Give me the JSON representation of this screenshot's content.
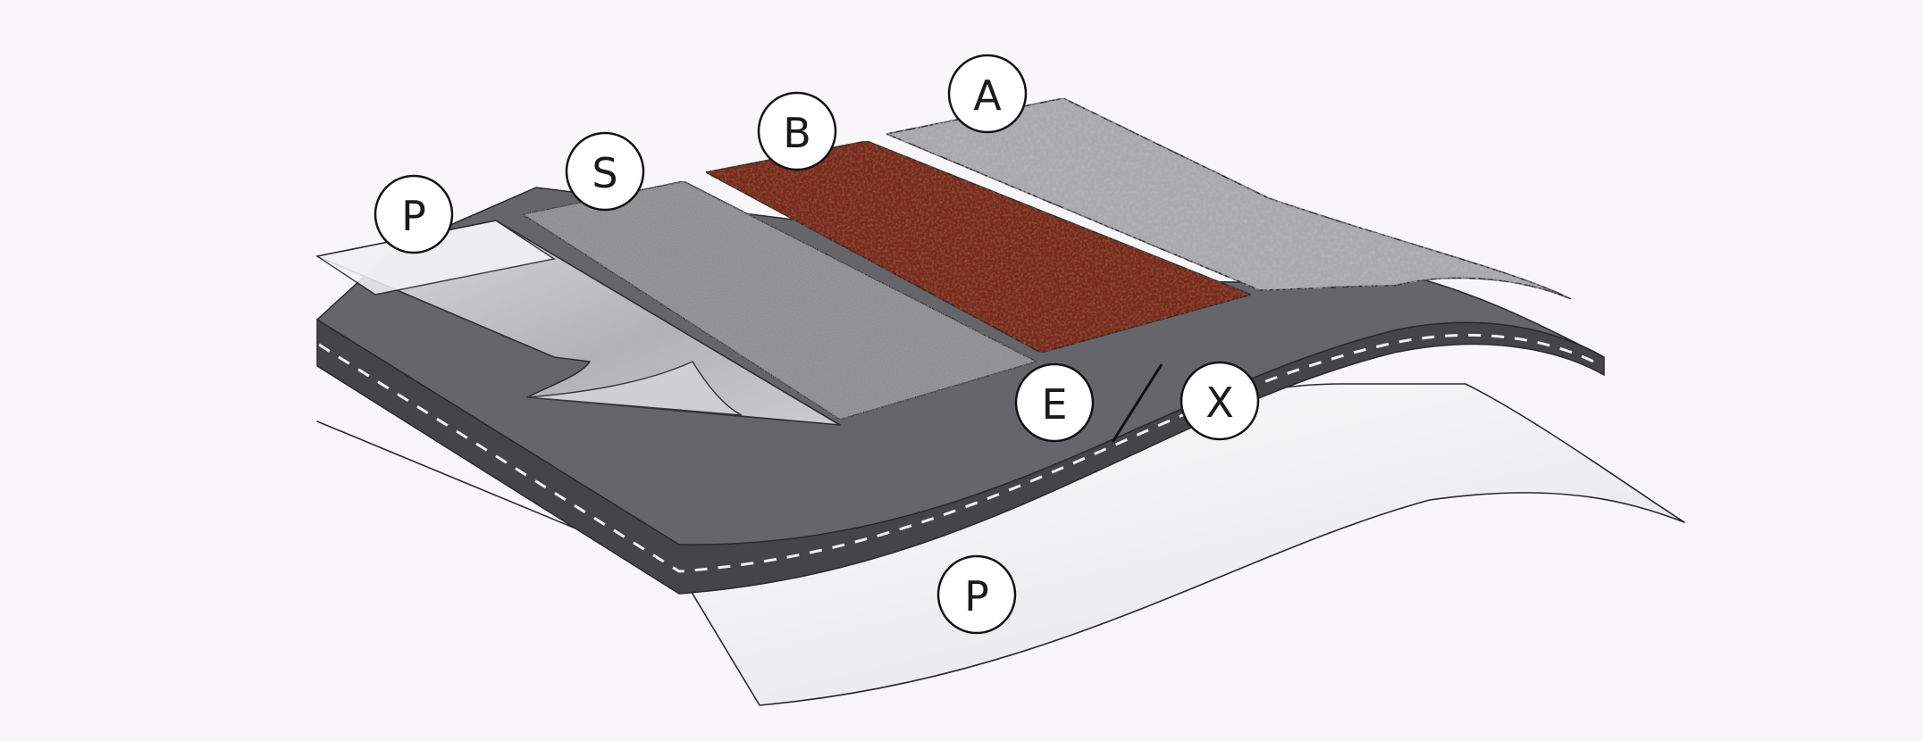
{
  "diagram": {
    "callouts": {
      "p_top": "P",
      "s": "S",
      "b": "B",
      "a": "A",
      "e": "E",
      "x": "X",
      "p_bottom": "P"
    }
  },
  "colors": {
    "background": "#f8f6f8",
    "membrane_top": "#666569",
    "membrane_edge": "#454447",
    "stitch": "#f0f0f0",
    "film": "#ffffff",
    "slate_gray": "#8e8e90",
    "red_granule": "#7a2a1e",
    "light_gravel": "#a9a9ad"
  }
}
